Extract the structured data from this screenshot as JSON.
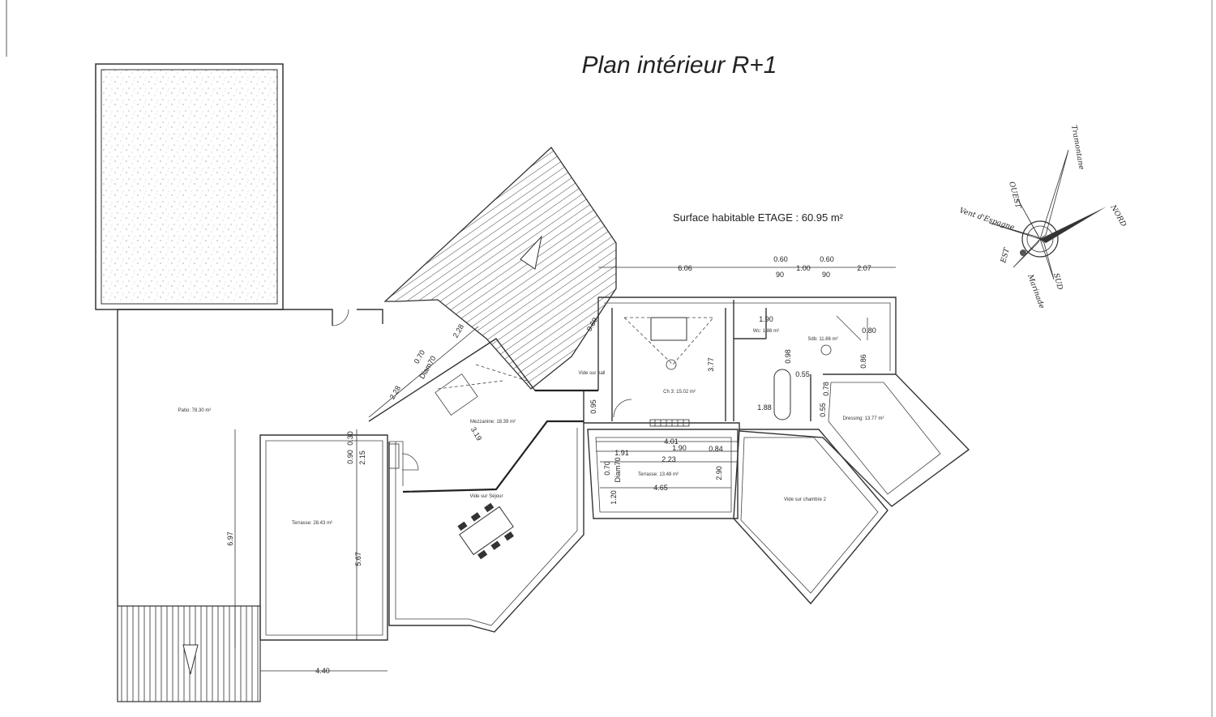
{
  "title": "Plan intérieur R+1",
  "surface": "Surface habitable ETAGE : 60.95 m²",
  "rooms": {
    "patio": "Patio: 78.30 m²",
    "terrasse_left": "Terrasse: 28.43 m²",
    "mezzanine": "Mezzanine: 18.39 m²",
    "vide_hall": "Vide sur hall",
    "vide_sejour": "Vide sur Séjour",
    "ch3": "Ch 3: 15.02 m²",
    "sdb": "Sdb: 11.86 m²",
    "wc": "Wc: 1.86 m²",
    "dressing": "Dressing: 13.77 m²",
    "terrasse_mid": "Terrasse: 13.48 m²",
    "vide_ch2": "Vide sur chambre 2"
  },
  "dimensions": {
    "d606": "6.06",
    "d060a": "0.60",
    "d100": "1.00",
    "d060b": "0.60",
    "d207": "2.07",
    "d90a": "90",
    "d90b": "90",
    "d228a": "2.28",
    "d228b": "2.28",
    "d070a": "0.70",
    "diam70a": "Diam70",
    "d319": "3.19",
    "d095": "0.95",
    "d377": "3.77",
    "d190": "1.90",
    "d188": "1.88",
    "d098": "0.98",
    "d055a": "0.55",
    "d078": "0.78",
    "d055b": "0.55",
    "d080": "0.80",
    "d086": "0.86",
    "d401": "4.01",
    "d191": "1.91",
    "d190b": "1.90",
    "d084": "0.84",
    "d223": "2.23",
    "d070b": "0.70",
    "diam70b": "Diam70",
    "d290": "2.90",
    "d465": "4.65",
    "d120": "1.20",
    "d090": "0.90",
    "d030": "0.30",
    "d215": "2.15",
    "d697": "6.97",
    "d567": "5.67",
    "d440": "4.40",
    "d060c": "0.60"
  },
  "compass": {
    "north": "NORD",
    "south": "SUD",
    "east": "EST",
    "west": "OUEST",
    "wind1": "Vent d'Espagne",
    "wind2": "Tramontane",
    "wind3": "Marinade"
  }
}
